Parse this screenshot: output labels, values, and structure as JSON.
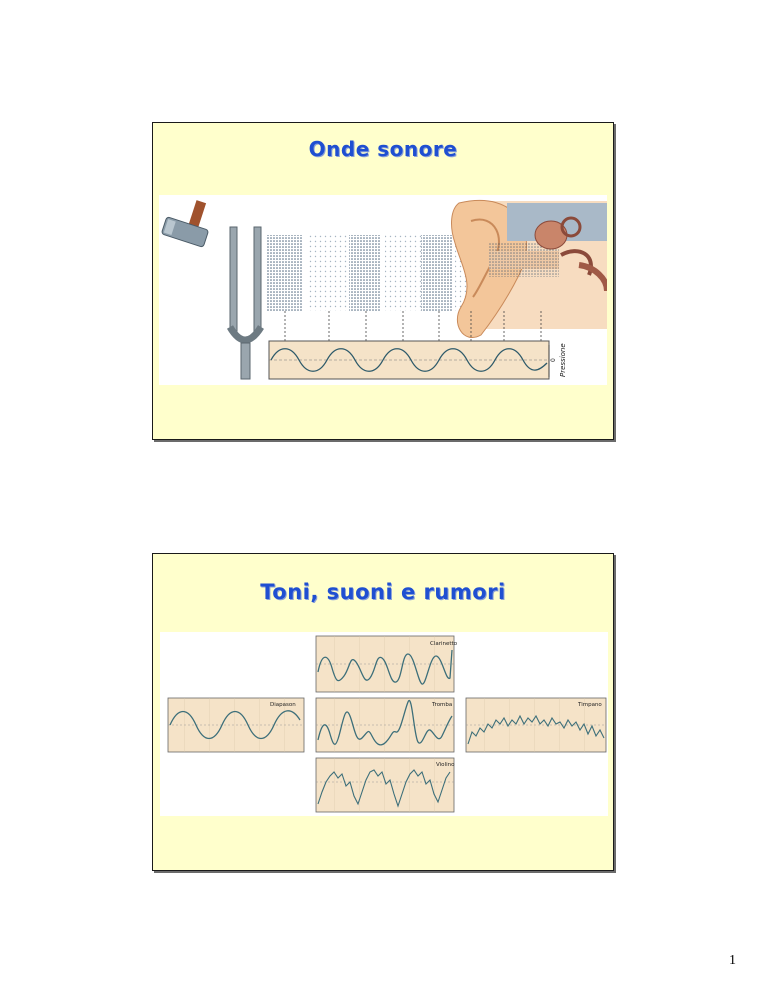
{
  "slides": [
    {
      "title": "Onde sonore",
      "figure": {
        "axis_zero_label": "0",
        "axis_label": "Pressione"
      }
    },
    {
      "title": "Toni, suoni e rumori",
      "waveforms": [
        {
          "label": "Clarinetto"
        },
        {
          "label": "Diapason"
        },
        {
          "label": "Tromba"
        },
        {
          "label": "Timpano"
        },
        {
          "label": "Violino"
        }
      ]
    }
  ],
  "page_number": "1",
  "colors": {
    "slide_background": "#ffffcc",
    "title": "#1f4fd1",
    "ear_skin": "#f3c69a",
    "panel": "#f5e3c8",
    "wave": "#3d6f7a"
  }
}
